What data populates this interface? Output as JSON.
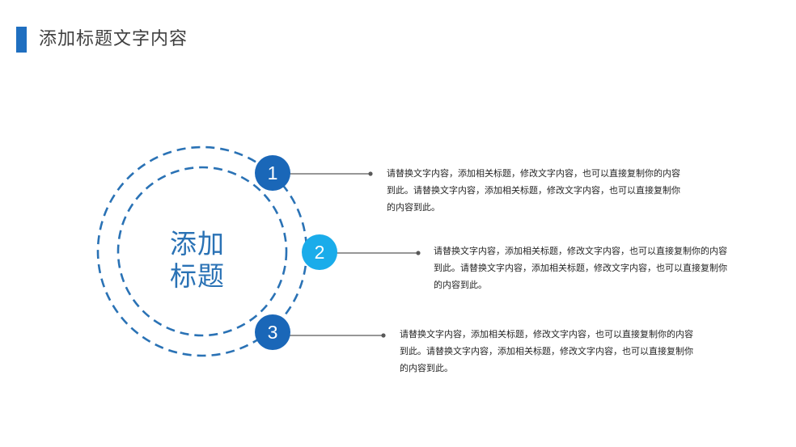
{
  "header": {
    "title": "添加标题文字内容"
  },
  "center": {
    "line1": "添加",
    "line2": "标题"
  },
  "items": [
    {
      "number": "1",
      "text": "请替换文字内容，添加相关标题，修改文字内容，也可以直接复制你的内容到此。请替换文字内容，添加相关标题，修改文字内容，也可以直接复制你的内容到此。"
    },
    {
      "number": "2",
      "text": "请替换文字内容，添加相关标题，修改文字内容，也可以直接复制你的内容到此。请替换文字内容，添加相关标题，修改文字内容，也可以直接复制你的内容到此。"
    },
    {
      "number": "3",
      "text": "请替换文字内容，添加相关标题，修改文字内容，也可以直接复制你的内容到此。请替换文字内容，添加相关标题，修改文字内容，也可以直接复制你的内容到此。"
    }
  ],
  "colors": {
    "accent_dark": "#1a67b8",
    "accent_light": "#1aacea",
    "ring": "#2a72b5",
    "connector": "#595959"
  }
}
